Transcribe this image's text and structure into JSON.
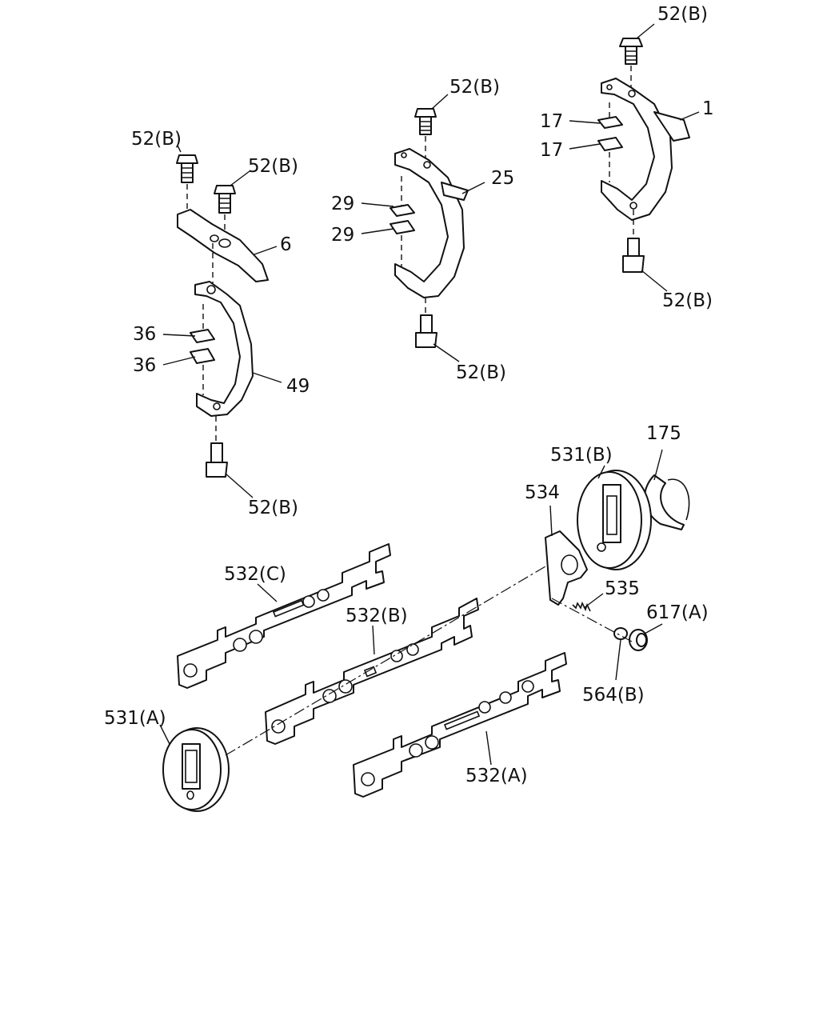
{
  "labels": {
    "l_52b_1": "52(B)",
    "l_52b_2": "52(B)",
    "l_52b_3": "52(B)",
    "l_52b_4": "52(B)",
    "l_52b_5": "52(B)",
    "l_52b_6": "52(B)",
    "l_52b_7": "52(B)",
    "l_1": "1",
    "l_17a": "17",
    "l_17b": "17",
    "l_25": "25",
    "l_29a": "29",
    "l_29b": "29",
    "l_6": "6",
    "l_36a": "36",
    "l_36b": "36",
    "l_49": "49",
    "l_175": "175",
    "l_531b": "531(B)",
    "l_534": "534",
    "l_535": "535",
    "l_617a": "617(A)",
    "l_564b": "564(B)",
    "l_532c": "532(C)",
    "l_532b": "532(B)",
    "l_532a": "532(A)",
    "l_531a": "531(A)"
  }
}
